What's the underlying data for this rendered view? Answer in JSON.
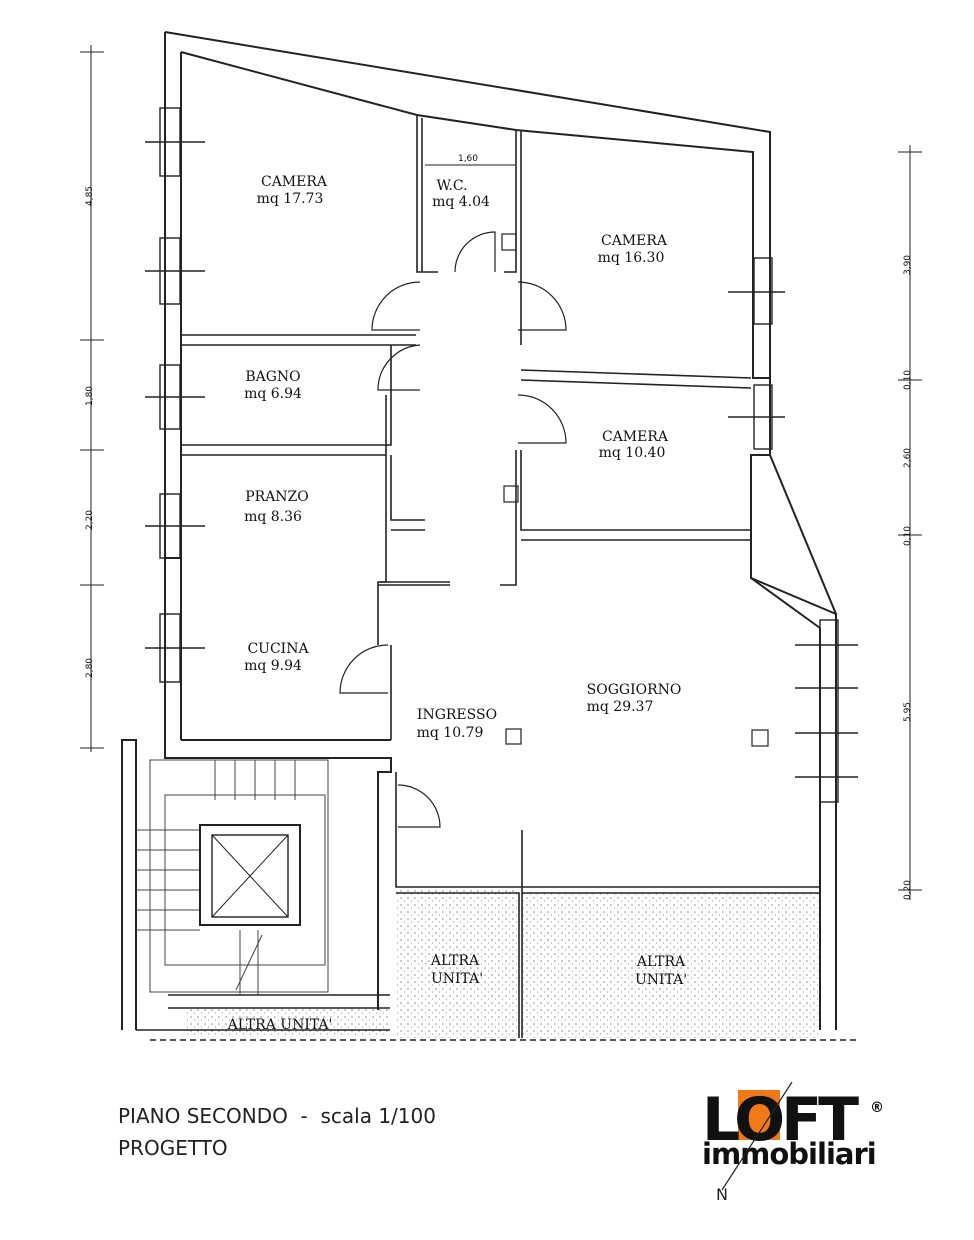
{
  "rooms": [
    {
      "name": "CAMERA",
      "area": "mq 17.73"
    },
    {
      "name": "W.C.",
      "area": "mq 4.04"
    },
    {
      "name": "CAMERA",
      "area": "mq 16.30"
    },
    {
      "name": "BAGNO",
      "area": "mq 6.94"
    },
    {
      "name": "CAMERA",
      "area": "mq 10.40"
    },
    {
      "name": "PRANZO",
      "area": "mq 8.36"
    },
    {
      "name": "CUCINA",
      "area": "mq 9.94"
    },
    {
      "name": "INGRESSO",
      "area": "mq 10.79"
    },
    {
      "name": "SOGGIORNO",
      "area": "mq 29.37"
    }
  ],
  "other_units": {
    "left_line1": "ALTRA",
    "left_line2": "UNITA'",
    "right_line1": "ALTRA",
    "right_line2": "UNITA'",
    "bottom": "ALTRA UNITA'"
  },
  "dimensions": {
    "left": [
      "4,85",
      "1,80",
      "2,20",
      "2,80"
    ],
    "right": [
      "3,90",
      "0,10",
      "2,60",
      "0,10",
      "5,95",
      "0,20"
    ],
    "wc_width": "1,60"
  },
  "caption": {
    "line1": "PIANO SECONDO  -  scala 1/100",
    "line2": "PROGETTO"
  },
  "logo": {
    "word": "LOFT",
    "sub": "immobiliari",
    "reg": "®",
    "north": "N"
  },
  "colors": {
    "wall": "#222222",
    "hatch": "#9a9a9a",
    "accent": "#f07a1a"
  }
}
